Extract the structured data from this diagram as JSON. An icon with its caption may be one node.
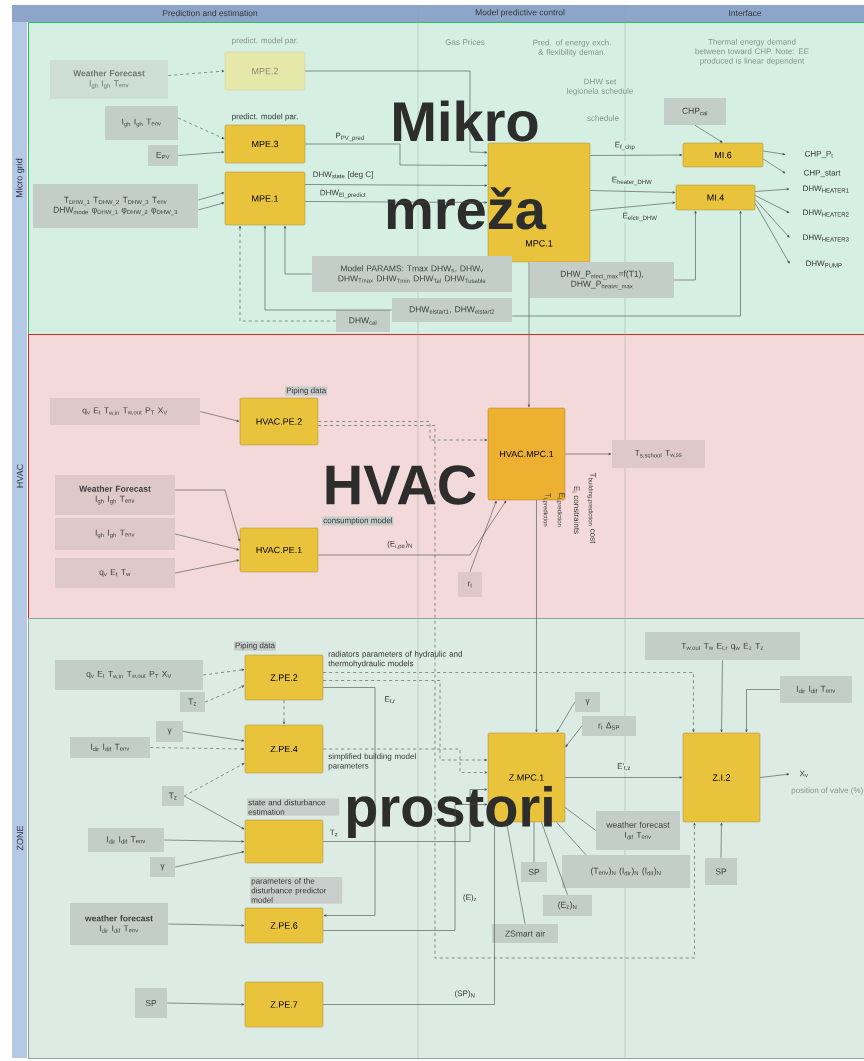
{
  "diagram": {
    "nodes": [
      {
        "text": [
          "Micro grid"
        ]
      },
      {
        "text": [
          "HVAC"
        ]
      },
      {
        "text": [
          "ZONE"
        ]
      },
      {
        "text": [
          "MPE.2"
        ],
        "beside": [
          "predict. model par."
        ],
        "in": 0
      },
      {
        "text": [
          "MPE.3"
        ],
        "beside": [
          "predict. model par."
        ],
        "in": 0
      },
      {
        "text": [
          "MPE.1"
        ],
        "in": 0
      },
      {
        "text": [
          "MPC.1"
        ],
        "in": 0
      },
      {
        "text": [
          "MI.6"
        ],
        "in": 0
      },
      {
        "text": [
          "MI.4"
        ],
        "in": 0
      },
      {
        "text": [
          "Weather Forecast",
          "I$_{gh}$ I$_{gh}$ T$_{env}$"
        ],
        "in": 0
      },
      {
        "text": [
          "I$_{gh}$ I$_{gh}$ T$_{env}$"
        ],
        "in": 0
      },
      {
        "text": [
          "E$_{PV}$"
        ],
        "in": 0
      },
      {
        "text": [
          "T$_{DHW_1}$ T$_{DHW_2}$ T$_{DHW_3}$ T$_{env}$ DHW$_{mode}$ φ$_{DHW_1}$ φ$_{DHW_2}$ φ$_{DHW_3}$"
        ],
        "in": 0
      },
      {
        "text": [
          "CHP$_{cal}$"
        ],
        "in": 0
      },
      {
        "text": [
          "Model PARAMS: Tmax DHW$_{s}$, DHW$_{v}$ DHW$_{Tmax}$ DHW$_{Tmin}$ DHW$_{Tal}$ DHW$_{Tusable}$"
        ],
        "in": 0
      },
      {
        "text": [
          "DHW_P$_{elect_max}$=f(T1), DHW_P$_{heater_max}$"
        ],
        "in": 0
      },
      {
        "text": [
          "DHW$_{elstart1}$, DHW$_{elstart2}$"
        ],
        "in": 0
      },
      {
        "text": [
          "DHW$_{cal}$"
        ],
        "in": 0
      },
      {
        "text": [
          "CHP_P$_{t}$"
        ],
        "in": 0
      },
      {
        "text": [
          "CHP_start"
        ],
        "in": 0
      },
      {
        "text": [
          "DHW$_{HEATER1}$"
        ],
        "in": 0
      },
      {
        "text": [
          "DHW$_{HEATER2}$"
        ],
        "in": 0
      },
      {
        "text": [
          "DHW$_{HEATER3}$"
        ],
        "in": 0
      },
      {
        "text": [
          "DHW$_{PUMP}$"
        ],
        "in": 0
      },
      {
        "text": [
          "HVAC.PE.2"
        ],
        "beside": [
          "Piping data"
        ],
        "in": 1
      },
      {
        "text": [
          "HVAC.PE.1"
        ],
        "beside": [
          "consumption model"
        ],
        "in": 1
      },
      {
        "text": [
          "HVAC.MPC.1"
        ],
        "in": 1
      },
      {
        "text": [
          "q$_{v}$ E$_{t}$ T$_{w,in}$ T$_{w,out}$ P$_{T}$ X$_{V}$"
        ],
        "in": 1
      },
      {
        "text": [
          "Weather Forecast",
          "I$_{gh}$ I$_{gh}$ T$_{env}$"
        ],
        "in": 1
      },
      {
        "text": [
          "I$_{gh}$ I$_{gh}$ T$_{env}$"
        ],
        "in": 1
      },
      {
        "text": [
          "q$_{v}$ E$_{t}$ T$_{w}$"
        ],
        "in": 1
      },
      {
        "text": [
          "T$_{s,school}$ T$_{w,ss}$"
        ],
        "in": 1
      },
      {
        "text": [
          "r$_{t}$"
        ],
        "in": 1
      },
      {
        "text": [
          "Z.PE.2"
        ],
        "beside": [
          "Piping data"
        ],
        "in": 2
      },
      {
        "text": [
          "Z.PE.4"
        ],
        "in": 2
      },
      {
        "text": [],
        "shape": "box",
        "beside": [
          "state and disturbance estimation"
        ],
        "in": 2
      },
      {
        "text": [
          "Z.PE.6"
        ],
        "beside": [
          "parameters of the disturbance predictor model"
        ],
        "in": 2
      },
      {
        "text": [
          "Z.PE.7"
        ],
        "in": 2
      },
      {
        "text": [
          "Z.MPC.1"
        ],
        "in": 2
      },
      {
        "text": [
          "Z.I.2"
        ],
        "in": 2
      },
      {
        "text": [
          "q$_{v}$ E$_{t}$ T$_{w,in}$ T$_{w,out}$ P$_{T}$ X$_{V}$"
        ],
        "in": 2
      },
      {
        "text": [
          "T$_{z}$"
        ],
        "in": 2
      },
      {
        "text": [
          "γ"
        ],
        "in": 2
      },
      {
        "text": [
          "I$_{dir}$ I$_{dif}$ T$_{env}$"
        ],
        "in": 2
      },
      {
        "text": [
          "T$_{z}$"
        ],
        "in": 2
      },
      {
        "text": [
          "I$_{dir}$ I$_{dif}$ T$_{env}$"
        ],
        "in": 2
      },
      {
        "text": [
          "γ"
        ],
        "in": 2
      },
      {
        "text": [
          "weather forecast",
          "I$_{dir}$ I$_{dif}$ T$_{env}$"
        ],
        "in": 2
      },
      {
        "text": [
          "SP"
        ],
        "in": 2
      },
      {
        "text": [
          "γ"
        ],
        "in": 2
      },
      {
        "text": [
          "r$_{t}$ Δ$_{SP}$"
        ],
        "in": 2
      },
      {
        "text": [
          "SP"
        ],
        "in": 2
      },
      {
        "text": [
          "weather forecast",
          "I$_{dif}$ T$_{env}$"
        ],
        "in": 2
      },
      {
        "text": [
          "(T$_{env}$)$_{N}$ (I$_{dir}$)$_{N}$ (I$_{dif}$)$_{N}$"
        ],
        "in": 2
      },
      {
        "text": [
          "(E$_{z}$)$_{N}$"
        ],
        "in": 2
      },
      {
        "text": [
          "ZSmart air"
        ],
        "in": 2
      },
      {
        "text": [
          "T$_{w,out}$ T$_{w}$ E$_{t,r}$ q$_{w}$ Ė$_{z}$ T$_{z}$"
        ],
        "in": 2
      },
      {
        "text": [
          "I$_{dir}$ I$_{dif}$ T$_{env}$"
        ],
        "in": 2
      },
      {
        "text": [
          "SP"
        ],
        "in": 2
      },
      {
        "text": [
          "X$_{v}$"
        ],
        "beside": [
          "position of valve (%)"
        ],
        "in": 2
      }
    ],
    "edges": [
      {
        "from": 9,
        "to": 3,
        "arrow": "to",
        "style": "dashed"
      },
      {
        "from": 10,
        "to": 4,
        "arrow": "to",
        "style": "dashed"
      },
      {
        "from": 11,
        "to": 4,
        "arrow": "to"
      },
      {
        "from": 12,
        "to": 5,
        "arrow": "to"
      },
      {
        "from": 12,
        "to": 5,
        "arrow": "to"
      },
      {
        "from": 3,
        "to": 6,
        "arrow": "to"
      },
      {
        "from": 4,
        "to": 6,
        "arrow": "to",
        "label": "P$_{PV_pred}$"
      },
      {
        "from": 5,
        "to": 6,
        "arrow": "to",
        "label": "DHW$_{state}$ [deg C]"
      },
      {
        "from": 5,
        "to": 6,
        "arrow": "to",
        "label": "DHW$_{El_predict}$"
      },
      {
        "from": 6,
        "to": 7,
        "arrow": "to",
        "label": "E$_{f_chp}$"
      },
      {
        "from": 6,
        "to": 8,
        "arrow": "to",
        "label": "E$_{heater_DHW}$"
      },
      {
        "from": 6,
        "to": 8,
        "arrow": "to",
        "label": "E$_{elctr_DHW}$"
      },
      {
        "from": 13,
        "to": 7,
        "arrow": "to"
      },
      {
        "from": 7,
        "to": 18,
        "arrow": "to"
      },
      {
        "from": 7,
        "to": 19,
        "arrow": "to"
      },
      {
        "from": 8,
        "to": 20,
        "arrow": "to"
      },
      {
        "from": 8,
        "to": 21,
        "arrow": "to"
      },
      {
        "from": 8,
        "to": 22,
        "arrow": "to"
      },
      {
        "from": 8,
        "to": 23,
        "arrow": "to"
      },
      {
        "from": 14,
        "to": 5,
        "arrow": "to"
      },
      {
        "from": 16,
        "to": 5,
        "arrow": "to"
      },
      {
        "from": 17,
        "to": 5,
        "arrow": "to",
        "style": "dashed"
      },
      {
        "from": 15,
        "to": 8,
        "arrow": "to"
      },
      {
        "from": 16,
        "to": 8,
        "arrow": "to"
      },
      {
        "from": 6,
        "to": 26,
        "arrow": "to"
      },
      {
        "from": 27,
        "to": 24,
        "arrow": "to"
      },
      {
        "from": 24,
        "to": 26,
        "arrow": "to",
        "style": "dashed"
      },
      {
        "from": 28,
        "to": 25,
        "arrow": "to"
      },
      {
        "from": 29,
        "to": 25,
        "arrow": "to"
      },
      {
        "from": 30,
        "to": 25,
        "arrow": "to"
      },
      {
        "from": 25,
        "to": 26,
        "arrow": "to",
        "label": "(E$_{i,pe}$)$_{N}$"
      },
      {
        "from": 26,
        "to": 31,
        "arrow": "to"
      },
      {
        "from": 32,
        "to": 26,
        "arrow": "to"
      },
      {
        "from": 26,
        "to": 38,
        "arrow": "to"
      },
      {
        "from": 40,
        "to": 33,
        "arrow": "to",
        "style": "dashed"
      },
      {
        "from": 41,
        "to": 33,
        "arrow": "to",
        "style": "dashed"
      },
      {
        "from": 33,
        "to": 34,
        "arrow": "to",
        "style": "dashed"
      },
      {
        "from": 42,
        "to": 34,
        "arrow": "to"
      },
      {
        "from": 43,
        "to": 34,
        "arrow": "to",
        "style": "dashed"
      },
      {
        "from": 44,
        "to": 34,
        "arrow": "to",
        "style": "dashed"
      },
      {
        "from": 44,
        "to": 35,
        "arrow": "to"
      },
      {
        "from": 45,
        "to": 35,
        "arrow": "to"
      },
      {
        "from": 46,
        "to": 35,
        "arrow": "to"
      },
      {
        "from": 47,
        "to": 36,
        "arrow": "to"
      },
      {
        "from": 48,
        "to": 37,
        "arrow": "to"
      },
      {
        "from": 33,
        "to": 38,
        "arrow": "to",
        "style": "dashed"
      },
      {
        "from": 33,
        "to": 36,
        "arrow": "to",
        "label": "E$_{t,r}$"
      },
      {
        "from": 34,
        "to": 38,
        "arrow": "to",
        "style": "dashed"
      },
      {
        "from": 35,
        "to": 38,
        "arrow": "to",
        "label": "T$_{z}$"
      },
      {
        "from": 36,
        "to": 38,
        "arrow": "to",
        "label": "(E)$_{z}$"
      },
      {
        "from": 37,
        "to": 38,
        "arrow": "to",
        "label": "(SP)$_{N}$"
      },
      {
        "from": 49,
        "to": 38,
        "arrow": "to"
      },
      {
        "from": 50,
        "to": 38,
        "arrow": "to"
      },
      {
        "from": 38,
        "to": 39,
        "arrow": "to",
        "label": "E'$_{t,z}$"
      },
      {
        "from": 56,
        "to": 39,
        "arrow": "to"
      },
      {
        "from": 57,
        "to": 39,
        "arrow": "to"
      },
      {
        "from": 58,
        "to": 39,
        "arrow": "to"
      },
      {
        "from": 39,
        "to": 59,
        "arrow": "to"
      },
      {
        "from": 51,
        "to": 38,
        "arrow": "none"
      },
      {
        "from": 53,
        "to": 38,
        "arrow": "none"
      },
      {
        "from": 54,
        "to": 38,
        "arrow": "none"
      },
      {
        "from": 55,
        "to": 38,
        "arrow": "none"
      },
      {
        "from": 52,
        "to": 38,
        "arrow": "none"
      },
      {
        "from": 33,
        "to": 39,
        "arrow": "to",
        "style": "dashed"
      },
      {
        "from": 24,
        "to": 39,
        "arrow": "to",
        "style": "dashed"
      }
    ],
    "labels": [
      "Prediction and estimation",
      "Model predictive control",
      "Interface",
      "Gas Prices",
      "Pred. of energy exch. & flexibility deman.",
      "Thermal energy demand between toward CHP. Note: EE produced is linear dependent",
      "DHW set legionela schedule",
      "schedule",
      "radiators parameters of hydraulic and thermohydraulic models",
      "simplified building model parameters",
      "T$_{i,prediction}$",
      "E$_{i,prediction}$",
      "E$_{i}$ constraints",
      "T$_{building,prediction}$ cost",
      "Mikro mreža",
      "HVAC",
      "prostori"
    ]
  }
}
